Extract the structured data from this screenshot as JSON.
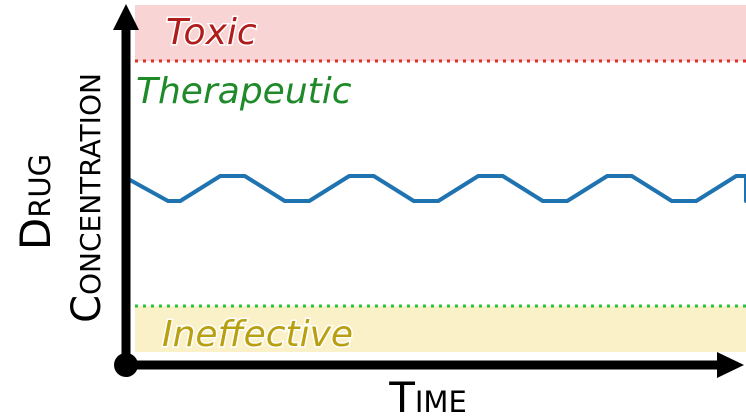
{
  "zones": {
    "toxic": {
      "label": "Toxic",
      "color": "#b01c1c",
      "band_color": "#f9d4d4",
      "line_color": "#e0302c"
    },
    "therapeutic": {
      "label": "Therapeutic",
      "color": "#1f8a2a"
    },
    "ineffective": {
      "label": "Ineffective",
      "color": "#b9a010",
      "band_color": "#fbf1c9",
      "line_color": "#2fbf3a"
    }
  },
  "axes": {
    "y_title_top": "Drug",
    "y_title_bottom": "Concentration",
    "x_title": "Time"
  },
  "curve": {
    "color": "#1f73b0"
  },
  "colors": {
    "axis": "#000000"
  }
}
